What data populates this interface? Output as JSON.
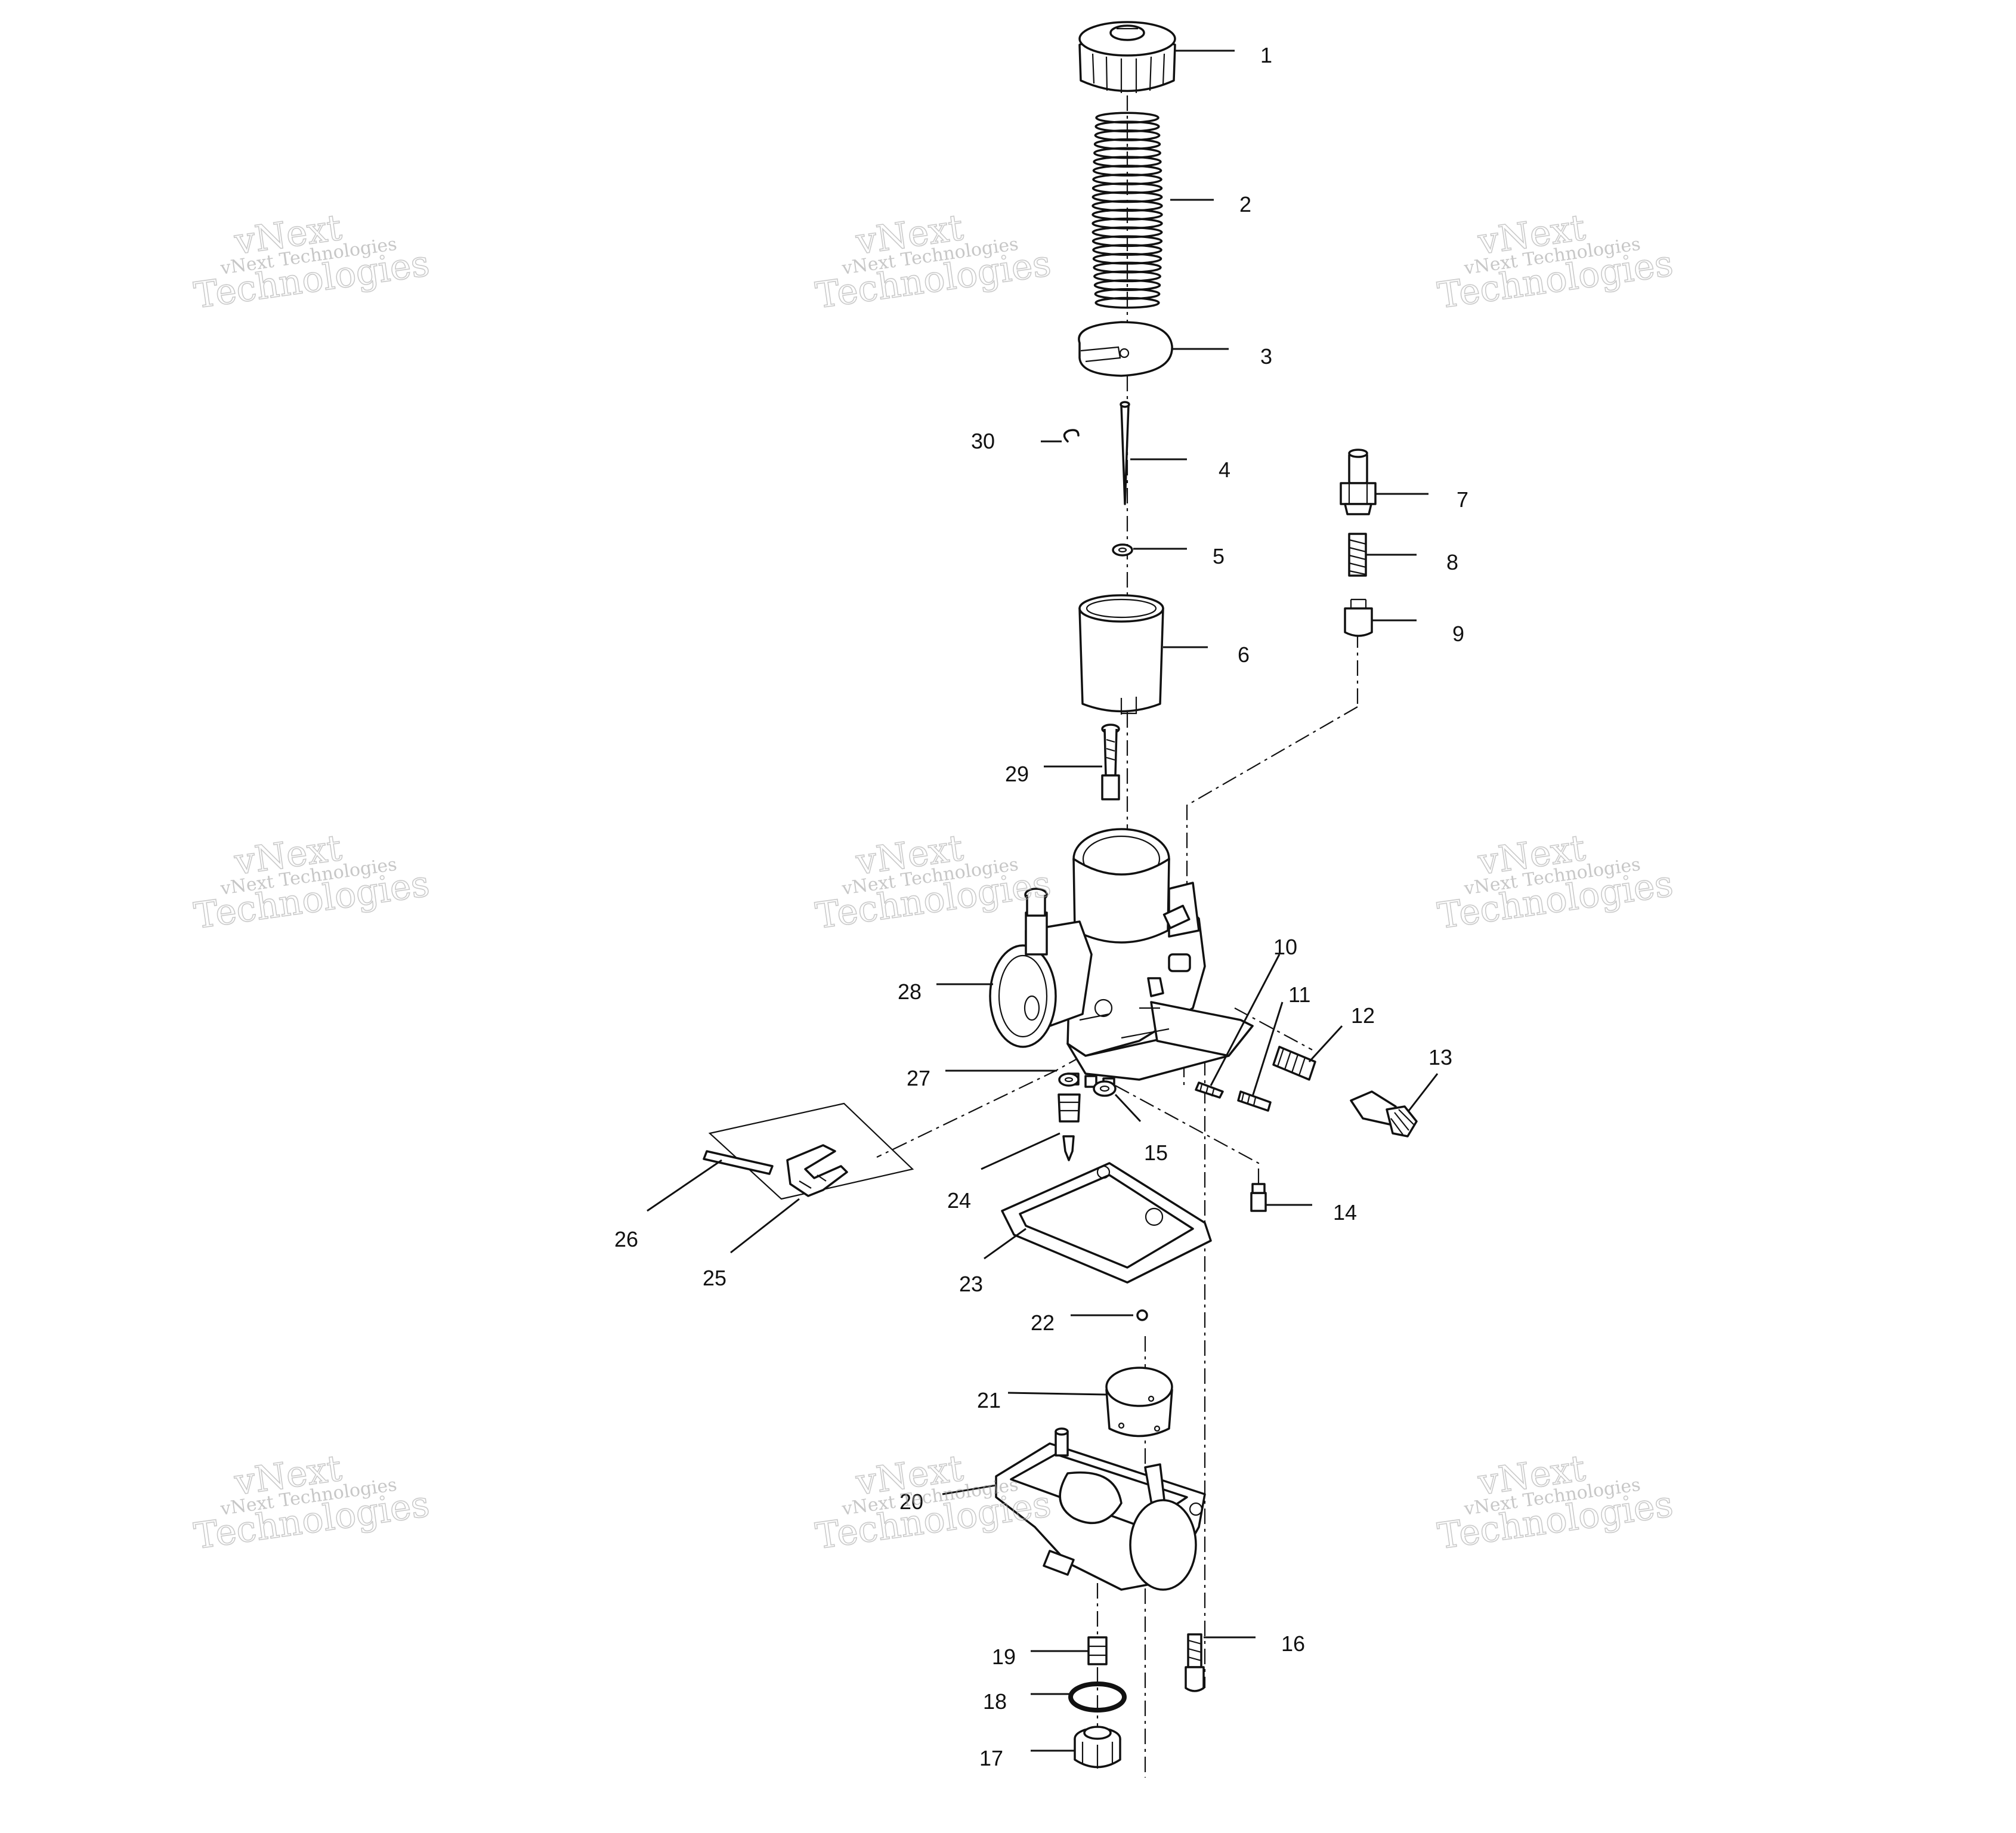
{
  "watermark": {
    "line_small": "vNext Technologies",
    "line_big_1": "vNext",
    "line_big_2": "Technologies"
  },
  "callouts": [
    "1",
    "2",
    "3",
    "4",
    "5",
    "6",
    "7",
    "8",
    "9",
    "10",
    "11",
    "12",
    "13",
    "14",
    "15",
    "16",
    "17",
    "18",
    "19",
    "20",
    "21",
    "22",
    "23",
    "24",
    "25",
    "26",
    "27",
    "28",
    "29",
    "30"
  ]
}
